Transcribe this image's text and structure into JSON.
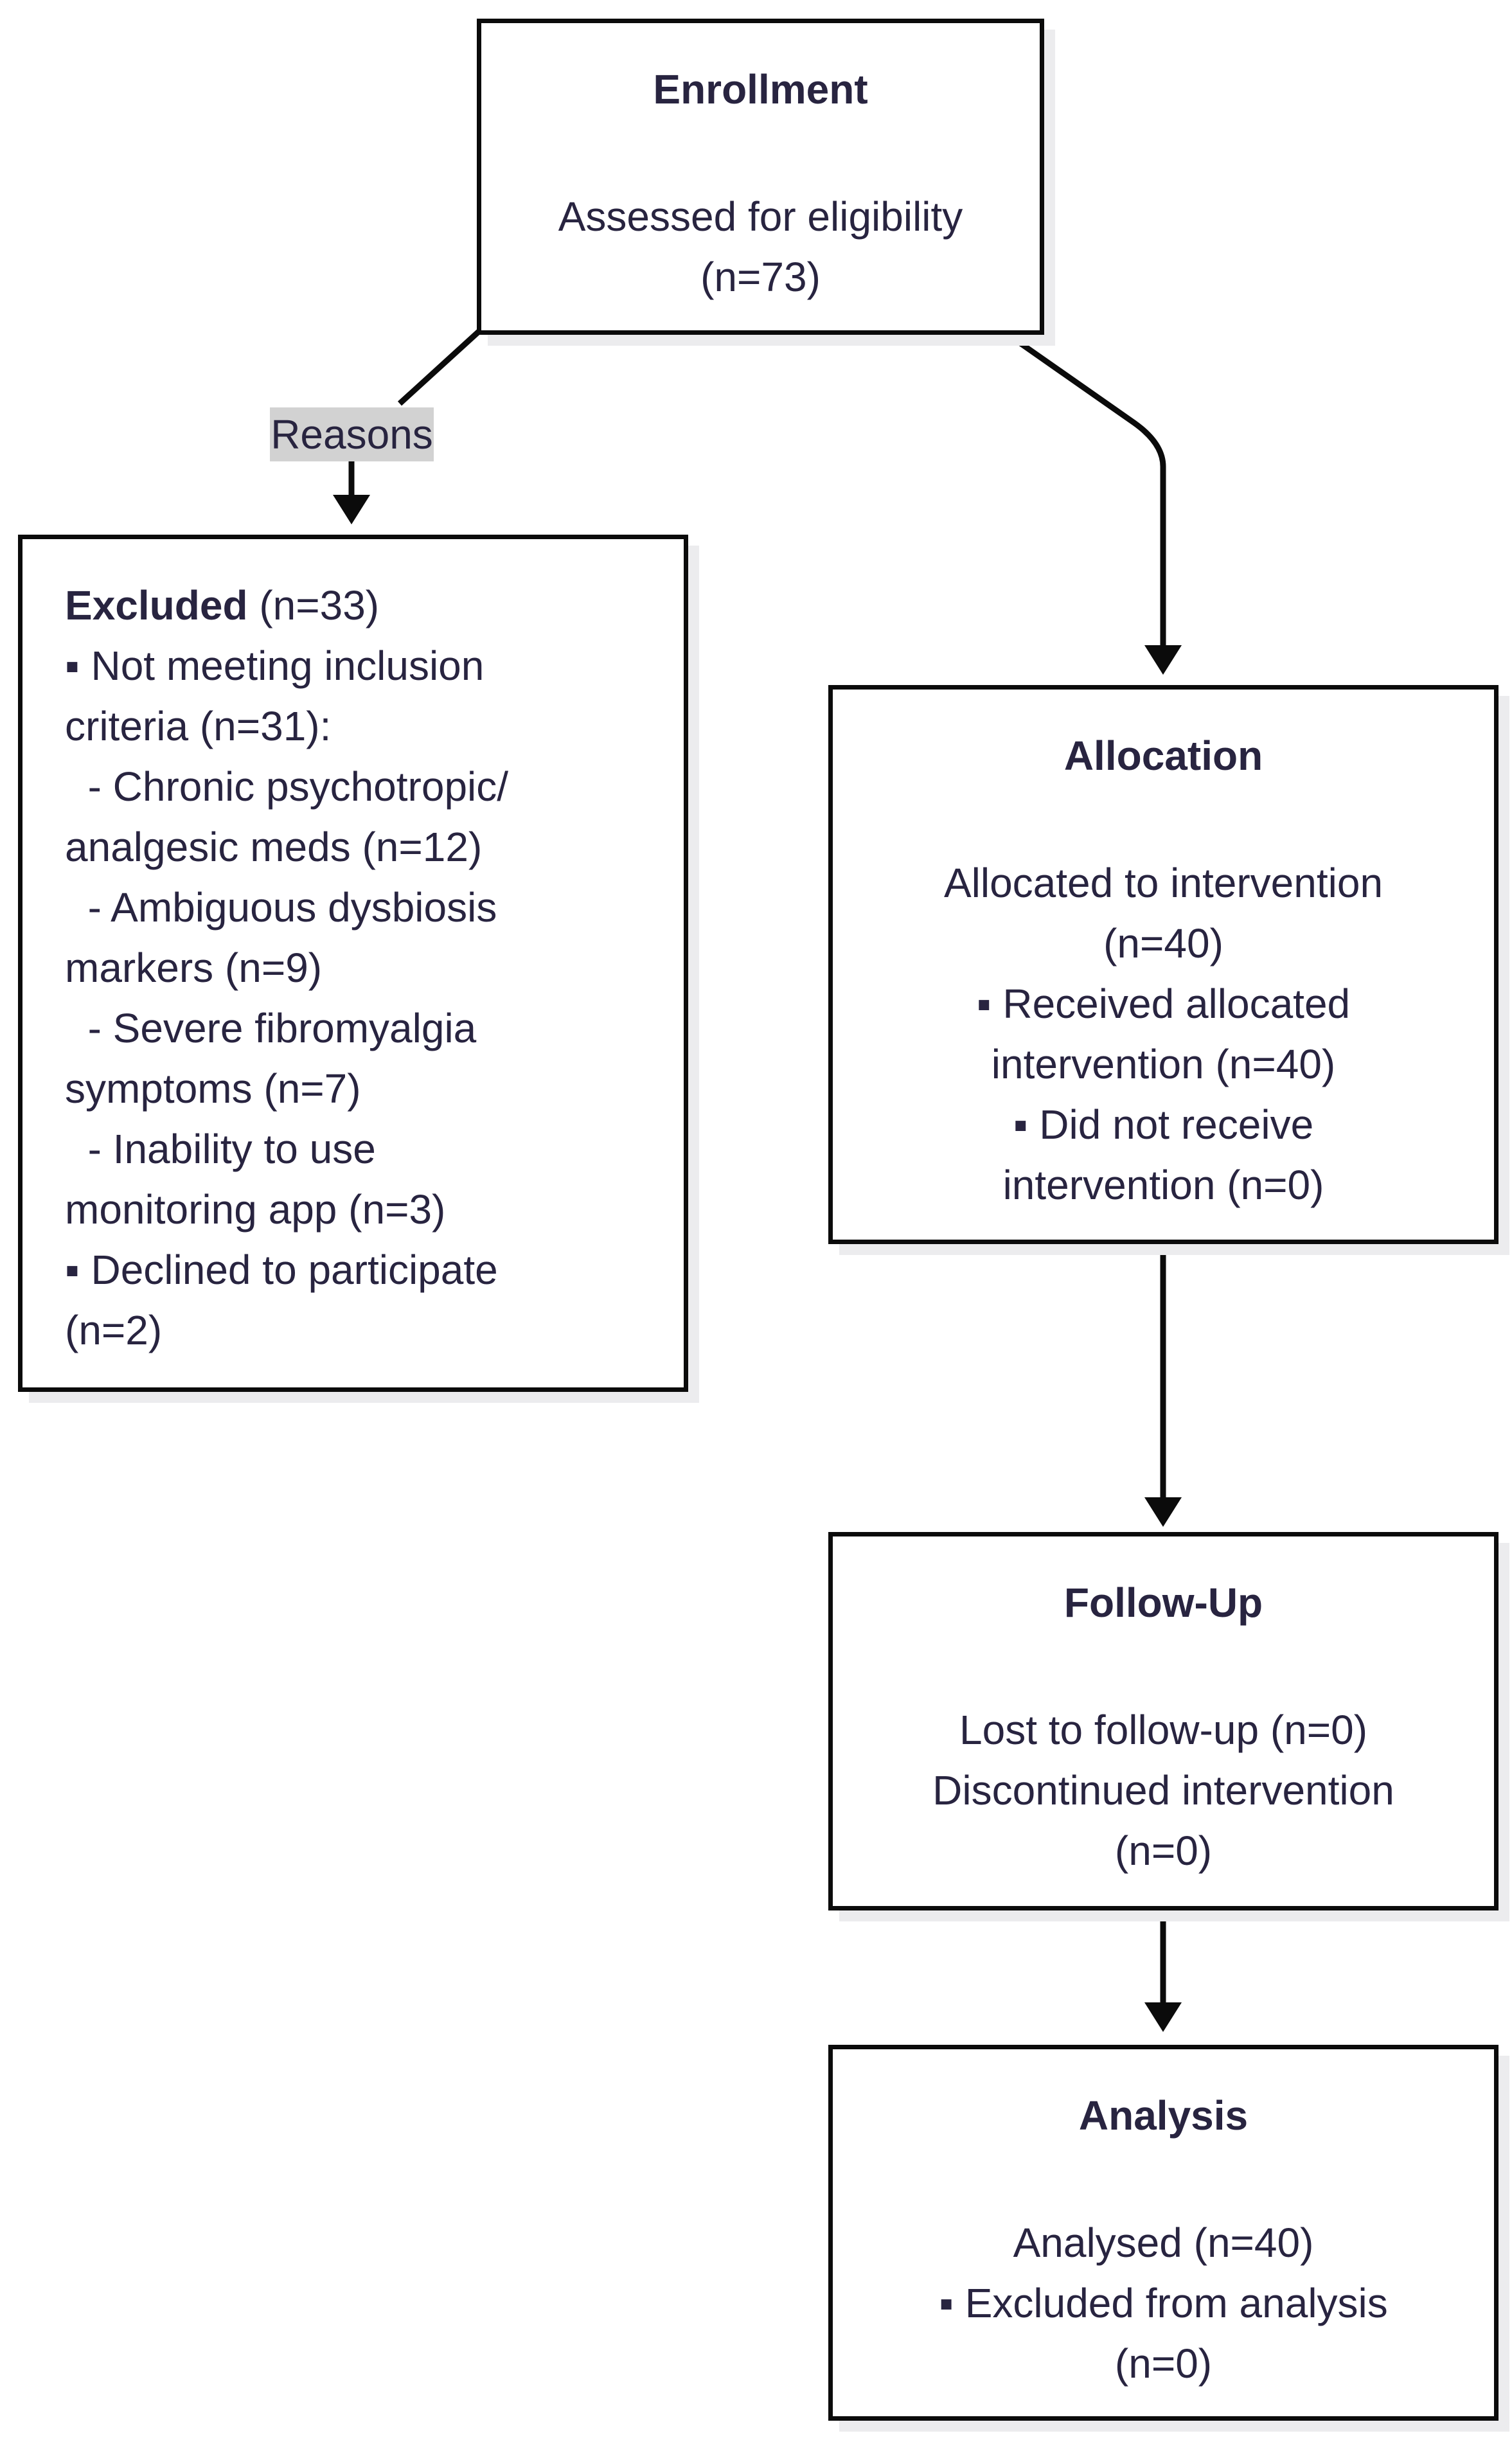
{
  "figure": {
    "kind": "consort-flow-diagram",
    "colors": {
      "text": "#282440",
      "box_border": "#0b0b0b",
      "box_background": "#ffffff",
      "box_shadow": "#ececee",
      "arrow": "#0b0b0b",
      "reasons_background": "#d2d2d2"
    },
    "labels": {
      "reasons": "Reasons"
    },
    "boxes": {
      "enrollment": {
        "title": "Enrollment",
        "lines": [
          "Assessed for eligibility",
          "(n=73)"
        ]
      },
      "excluded": {
        "title_bold": "Excluded",
        "title_rest": " (n=33)",
        "lines": [
          "▪ Not meeting inclusion",
          "criteria (n=31):",
          "  - Chronic psychotropic/",
          "analgesic meds (n=12)",
          "  - Ambiguous dysbiosis",
          "markers (n=9)",
          "  - Severe fibromyalgia",
          "symptoms (n=7)",
          "  - Inability to use",
          "monitoring app (n=3)",
          "▪ Declined to participate",
          "(n=2)"
        ]
      },
      "allocation": {
        "title": "Allocation",
        "lines": [
          "Allocated to intervention",
          "(n=40)",
          "▪ Received allocated",
          "intervention (n=40)",
          "▪ Did not receive",
          "intervention (n=0)"
        ]
      },
      "followup": {
        "title": "Follow-Up",
        "lines": [
          "Lost to follow-up (n=0)",
          "Discontinued intervention",
          "(n=0)"
        ]
      },
      "analysis": {
        "title": "Analysis",
        "lines": [
          "Analysed (n=40)",
          "▪ Excluded from analysis",
          "(n=0)"
        ]
      }
    }
  }
}
